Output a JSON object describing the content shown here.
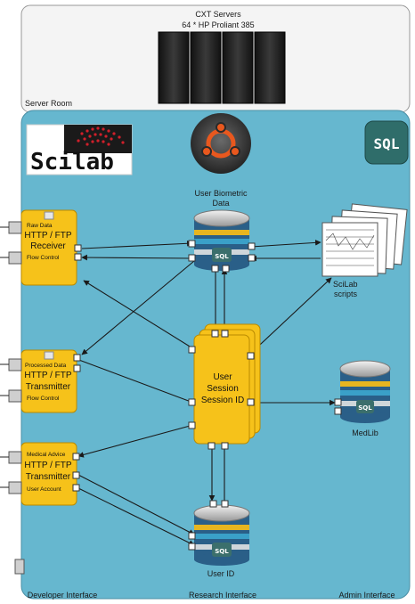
{
  "top": {
    "title_line1": "CXT Servers",
    "title_line2": "64 * HP Proliant 385"
  },
  "room_label": "Server Room",
  "logos": {
    "scilab": "Scilab",
    "sql": "SQL"
  },
  "databases": {
    "biometric_line1": "User Biometric",
    "biometric_line2": "Data",
    "medlib": "MedLib",
    "userid": "User ID",
    "badge": "SQL"
  },
  "scripts_label_line1": "SciLab",
  "scripts_label_line2": "scripts",
  "session": {
    "line1": "User",
    "line2": "Session",
    "line3": "Session ID"
  },
  "boxes": {
    "receiver": {
      "top": "Raw Data",
      "l1": "HTTP / FTP",
      "l2": "Receiver",
      "bottom": "Flow Control"
    },
    "transmitter1": {
      "top": "Processed Data",
      "l1": "HTTP / FTP",
      "l2": "Transmitter",
      "bottom": "Flow Control"
    },
    "transmitter2": {
      "top": "Medical Advice",
      "l1": "HTTP / FTP",
      "l2": "Transmitter",
      "bottom": "User Account"
    }
  },
  "footer": {
    "developer": "Developer Interface",
    "research": "Research Interface",
    "admin": "Admin Interface"
  },
  "colors": {
    "room": "#66b7cf",
    "box": "#f6c21a",
    "box_border": "#b98a00",
    "sql_logo": "#2f6d6a"
  }
}
